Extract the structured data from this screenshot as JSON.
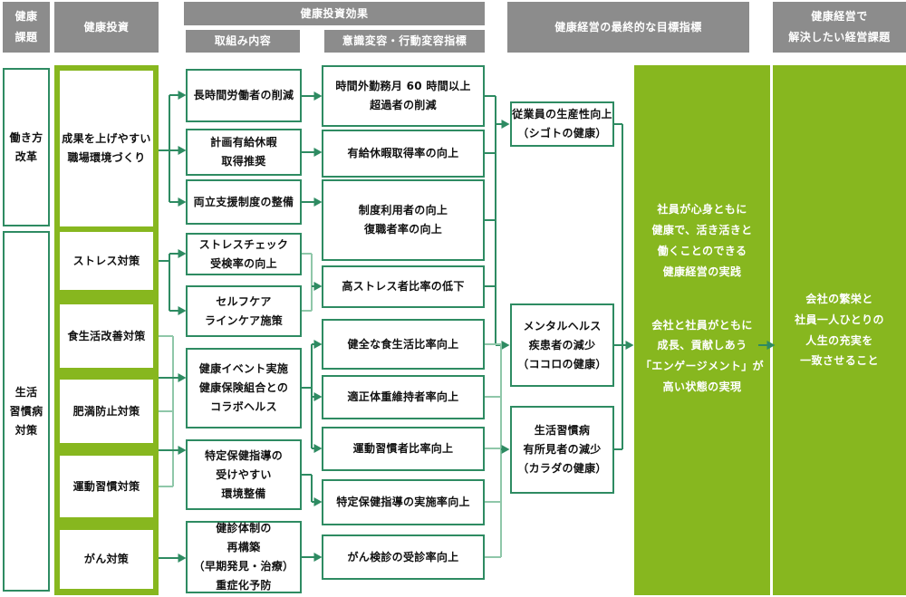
{
  "colors": {
    "accent_green": "#87b71f",
    "line_teal": "#2e8b62",
    "line_light": "#8fc7a9",
    "header_gray": "#8c8c8c"
  },
  "headers": {
    "issues": "健康\n課題",
    "investment": "健康投資",
    "effect": "健康投資効果",
    "initiatives": "取組み内容",
    "indicators": "意識変容・行動変容指標",
    "goals": "健康経営の最終的な目標指標",
    "management": "健康経営で\n解決したい経営課題"
  },
  "issues": [
    "働き方\n改革",
    "生活\n習慣病\n対策"
  ],
  "investments": [
    "成果を上げやすい\n職場環境づくり",
    "ストレス対策",
    "食生活改善対策",
    "肥満防止対策",
    "運動習慣対策",
    "がん対策"
  ],
  "initiatives": [
    "長時間労働者の削減",
    "計画有給休暇\n取得推奨",
    "両立支援制度の整備",
    "ストレスチェック\n受検率の向上",
    "セルフケア\nラインケア施策",
    "健康イベント実施\n健康保険組合との\nコラボヘルス",
    "特定保健指導の\n受けやすい\n環境整備",
    "健診体制の\n再構築\n（早期発見・治療）\n重症化予防"
  ],
  "indicators": [
    "時間外勤務月 60 時間以上\n超過者の削減",
    "有給休暇取得率の向上",
    "制度利用者の向上\n復職者率の向上",
    "高ストレス者比率の低下",
    "健全な食生活比率向上",
    "適正体重維持者率向上",
    "運動習慣者比率向上",
    "特定保健指導の実施率向上",
    "がん検診の受診率向上"
  ],
  "goals": [
    "従業員の生産性向上\n（シゴトの健康）",
    "メンタルヘルス\n疾患者の減少\n（ココロの健康）",
    "生活習慣病\n有所見者の減少\n（カラダの健康）"
  ],
  "vision": {
    "p1": "社員が心身ともに\n健康で、活き活きと\n働くことのできる\n健康経営の実践",
    "p2": "会社と社員がともに\n成長、貢献しあう\n「エンゲージメント」が\n高い状態の実現"
  },
  "management_goal": "会社の繁栄と\n社員一人ひとりの\n人生の充実を\n一致させること"
}
